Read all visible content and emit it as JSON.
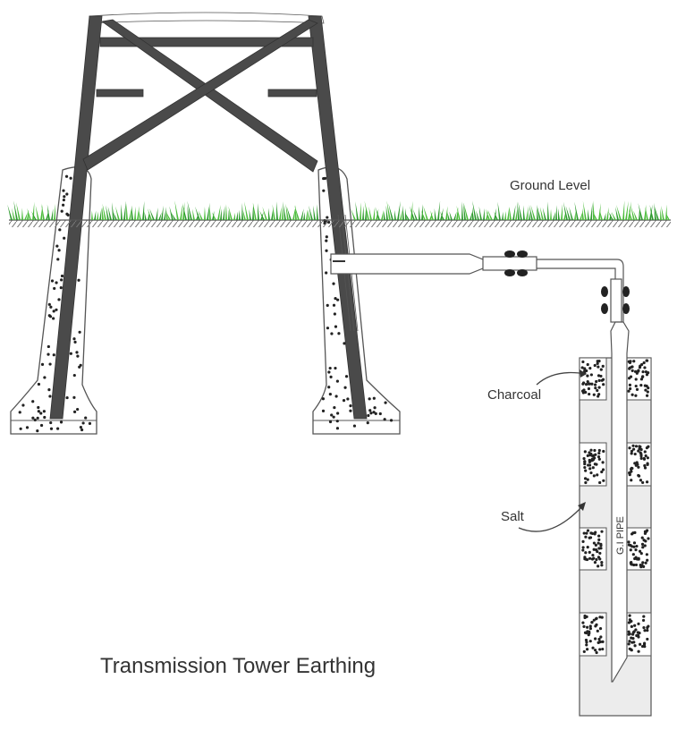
{
  "labels": {
    "ground_level": "Ground Level",
    "charcoal": "Charcoal",
    "salt": "Salt",
    "gi_pipe": "G.I PIPE",
    "title": "Transmission Tower Earthing"
  },
  "colors": {
    "steel": "#4a4a4a",
    "grass": "#2e9a2e",
    "salt": "#ececec",
    "outline": "#555555"
  }
}
